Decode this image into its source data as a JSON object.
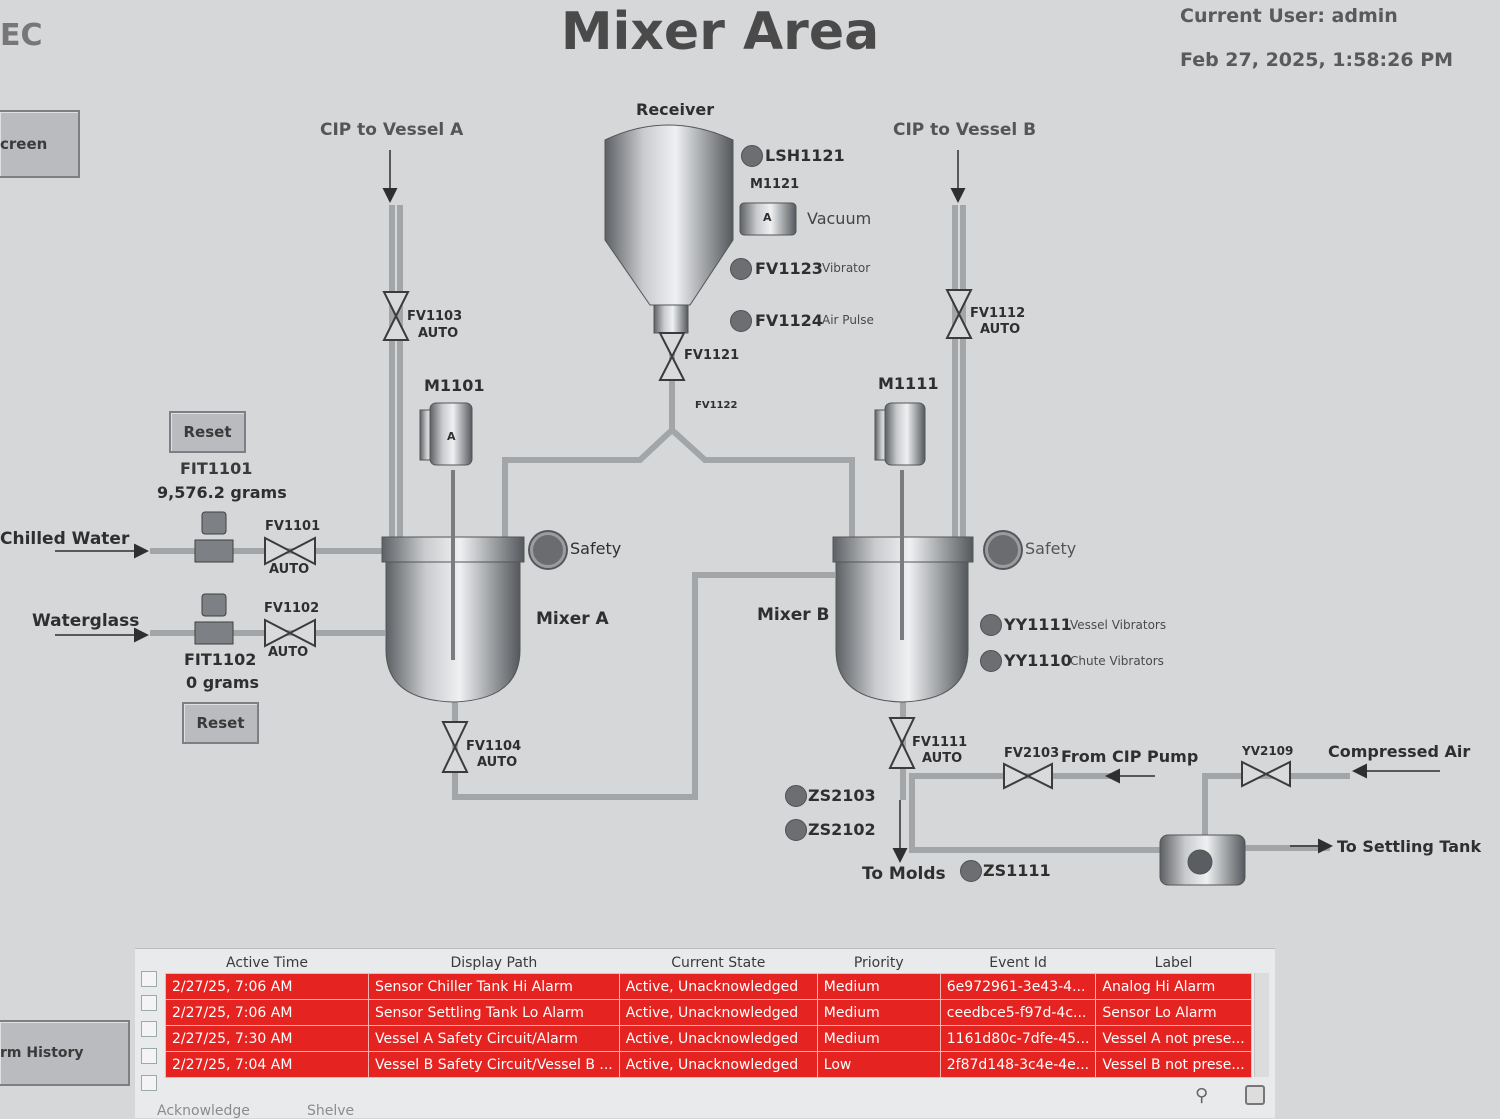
{
  "header": {
    "title": "Mixer Area",
    "current_user": "Current User: admin",
    "datetime": "Feb 27, 2025, 1:58:26 PM",
    "logo_text": "EC"
  },
  "nav": {
    "screen_button": "creen",
    "history_button": "rm History"
  },
  "labels": {
    "receiver": "Receiver",
    "cip_a": "CIP to Vessel A",
    "cip_b": "CIP to Vessel B",
    "lsh1121": "LSH1121",
    "m1121": "M1121",
    "vacuum": "Vacuum",
    "fv1123": "FV1123",
    "vibrator": "Vibrator",
    "fv1124": "FV1124",
    "air_pulse": "Air Pulse",
    "fv1121": "FV1121",
    "fv1122": "FV1122",
    "fv1103": "FV1103",
    "fv1112": "FV1112",
    "auto": "AUTO",
    "m1101": "M1101",
    "m1111": "M1111",
    "motor_a": "A",
    "safety": "Safety",
    "mixer_a": "Mixer A",
    "mixer_b": "Mixer B",
    "yy1111": "YY1111",
    "vessel_vibrators": "Vessel Vibrators",
    "yy1110": "YY1110",
    "chute_vibrators": "Chute Vibrators",
    "reset": "Reset",
    "fit1101": "FIT1101",
    "fit1101_value": "9,576.2 grams",
    "fit1102": "FIT1102",
    "fit1102_value": "0 grams",
    "chilled_water": "Chilled Water",
    "waterglass": "Waterglass",
    "fv1101": "FV1101",
    "fv1102": "FV1102",
    "fv1104": "FV1104",
    "fv1111": "FV1111",
    "fv2103": "FV2103",
    "from_cip_pump": "From CIP Pump",
    "yv2109": "YV2109",
    "compressed_air": "Compressed Air",
    "to_settling_tank": "To Settling Tank",
    "zs2103": "ZS2103",
    "zs2102": "ZS2102",
    "to_molds": "To Molds",
    "zs1111": "ZS1111"
  },
  "alarms": {
    "columns": [
      "Active Time",
      "Display Path",
      "Current State",
      "Priority",
      "Event Id",
      "Label"
    ],
    "rows": [
      {
        "time": "2/27/25, 7:06 AM",
        "path": "Sensor Chiller Tank Hi Alarm",
        "state": "Active, Unacknowledged",
        "priority": "Medium",
        "event": "6e972961-3e43-4...",
        "label": "Analog Hi Alarm"
      },
      {
        "time": "2/27/25, 7:06 AM",
        "path": "Sensor Settling Tank Lo Alarm",
        "state": "Active, Unacknowledged",
        "priority": "Medium",
        "event": "ceedbce5-f97d-4c...",
        "label": "Sensor Lo Alarm"
      },
      {
        "time": "2/27/25, 7:30 AM",
        "path": "Vessel A Safety Circuit/Alarm",
        "state": "Active, Unacknowledged",
        "priority": "Medium",
        "event": "1161d80c-7dfe-45...",
        "label": "Vessel A not prese..."
      },
      {
        "time": "2/27/25, 7:04 AM",
        "path": "Vessel B Safety Circuit/Vessel B ...",
        "state": "Active, Unacknowledged",
        "priority": "Low",
        "event": "2f87d148-3c4e-4e...",
        "label": "Vessel B not prese..."
      }
    ],
    "acknowledge": "Acknowledge",
    "shelve": "Shelve"
  },
  "colors": {
    "alarm_row": "#e52421",
    "background": "#d6d7d9",
    "pipe": "#a9abae",
    "status_dot": "#6c6e71"
  },
  "icons": [
    "valve-icon",
    "motor-icon",
    "safety-indicator-icon",
    "search-icon",
    "settings-icon",
    "flow-arrow-icon"
  ]
}
